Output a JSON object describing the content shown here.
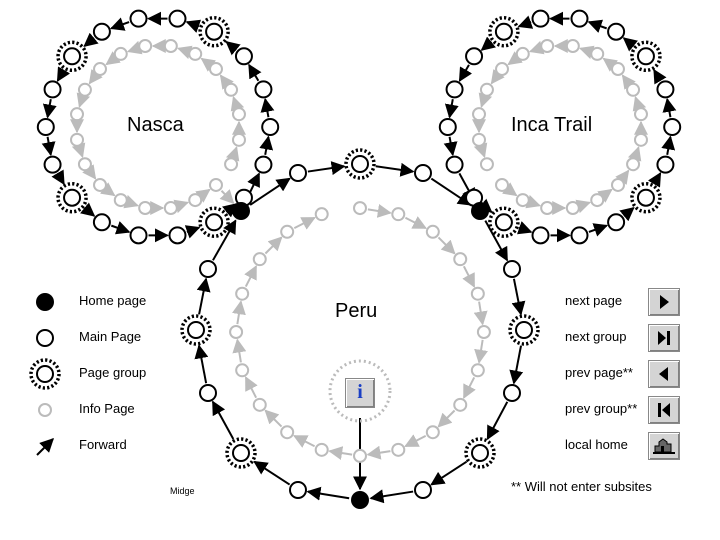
{
  "labels": {
    "nasca": "Nasca",
    "inca": "Inca Trail",
    "peru": "Peru",
    "author": "Midge"
  },
  "legend": [
    {
      "name": "Home page",
      "icon": "home-page-node-icon"
    },
    {
      "name": "Main Page",
      "icon": "main-page-node-icon"
    },
    {
      "name": "Page group",
      "icon": "page-group-node-icon"
    },
    {
      "name": "Info Page",
      "icon": "info-page-node-icon"
    },
    {
      "name": "Forward",
      "icon": "forward-arrow-icon"
    }
  ],
  "nav": [
    {
      "label": "next page",
      "icon": "next-page-icon"
    },
    {
      "label": "next group",
      "icon": "next-group-icon"
    },
    {
      "label": "prev page**",
      "icon": "prev-page-icon"
    },
    {
      "label": "prev group**",
      "icon": "prev-group-icon"
    },
    {
      "label": "local home",
      "icon": "local-home-icon"
    }
  ],
  "footnote": "** Will not enter subsites",
  "info_button": "i",
  "colors": {
    "black": "#000000",
    "gray": "#bbbbbb",
    "button": "#d4d4d4",
    "info_blue": "#1a3fc4"
  }
}
